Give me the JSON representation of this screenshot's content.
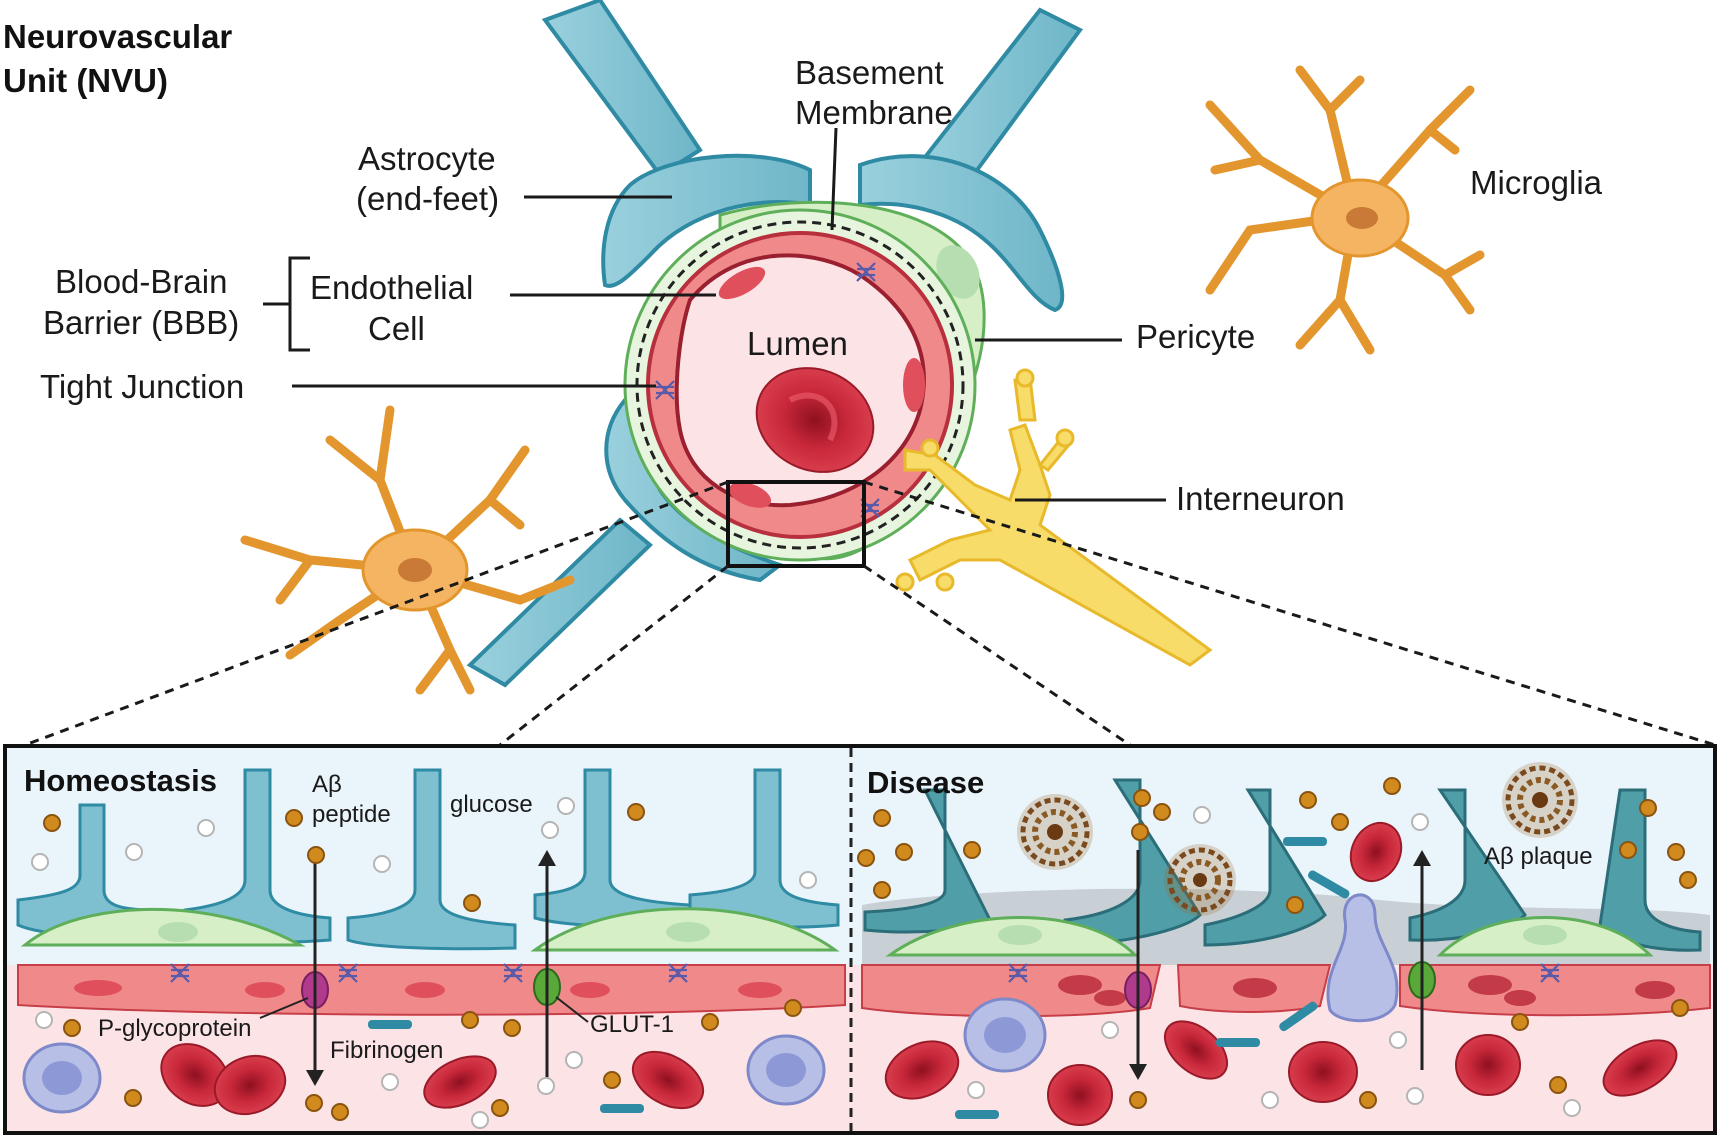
{
  "figure": {
    "title_line1": "Neurovascular",
    "title_line2": "Unit (NVU)"
  },
  "labels": {
    "basement_line1": "Basement",
    "basement_line2": "Membrane",
    "astrocyte_line1": "Astrocyte",
    "astrocyte_line2": "(end-feet)",
    "bbb_line1": "Blood-Brain",
    "bbb_line2": "Barrier (BBB)",
    "endothelial_line1": "Endothelial",
    "endothelial_line2": "Cell",
    "tight_junction": "Tight Junction",
    "lumen": "Lumen",
    "pericyte": "Pericyte",
    "microglia": "Microglia",
    "interneuron": "Interneuron"
  },
  "homeostasis": {
    "title": "Homeostasis",
    "abeta_line1": "Aβ",
    "abeta_line2": "peptide",
    "glucose": "glucose",
    "pgp": "P-glycoprotein",
    "fibrinogen": "Fibrinogen",
    "glut1": "GLUT-1"
  },
  "disease": {
    "title": "Disease",
    "plaque": "Aβ plaque"
  },
  "colors": {
    "astrocyte": "#7fc0d0",
    "astrocyte_edge": "#2f8aa3",
    "endothelium": "#f08a8a",
    "lumen": "#fbe3e6",
    "pericyte": "#d6efc6",
    "microglia": "#f5b461",
    "interneuron": "#f7dc6a",
    "rbc": "#c8283a",
    "abeta": "#d18a1e",
    "pgp": "#b03a8c",
    "glut1": "#5aa83a"
  }
}
